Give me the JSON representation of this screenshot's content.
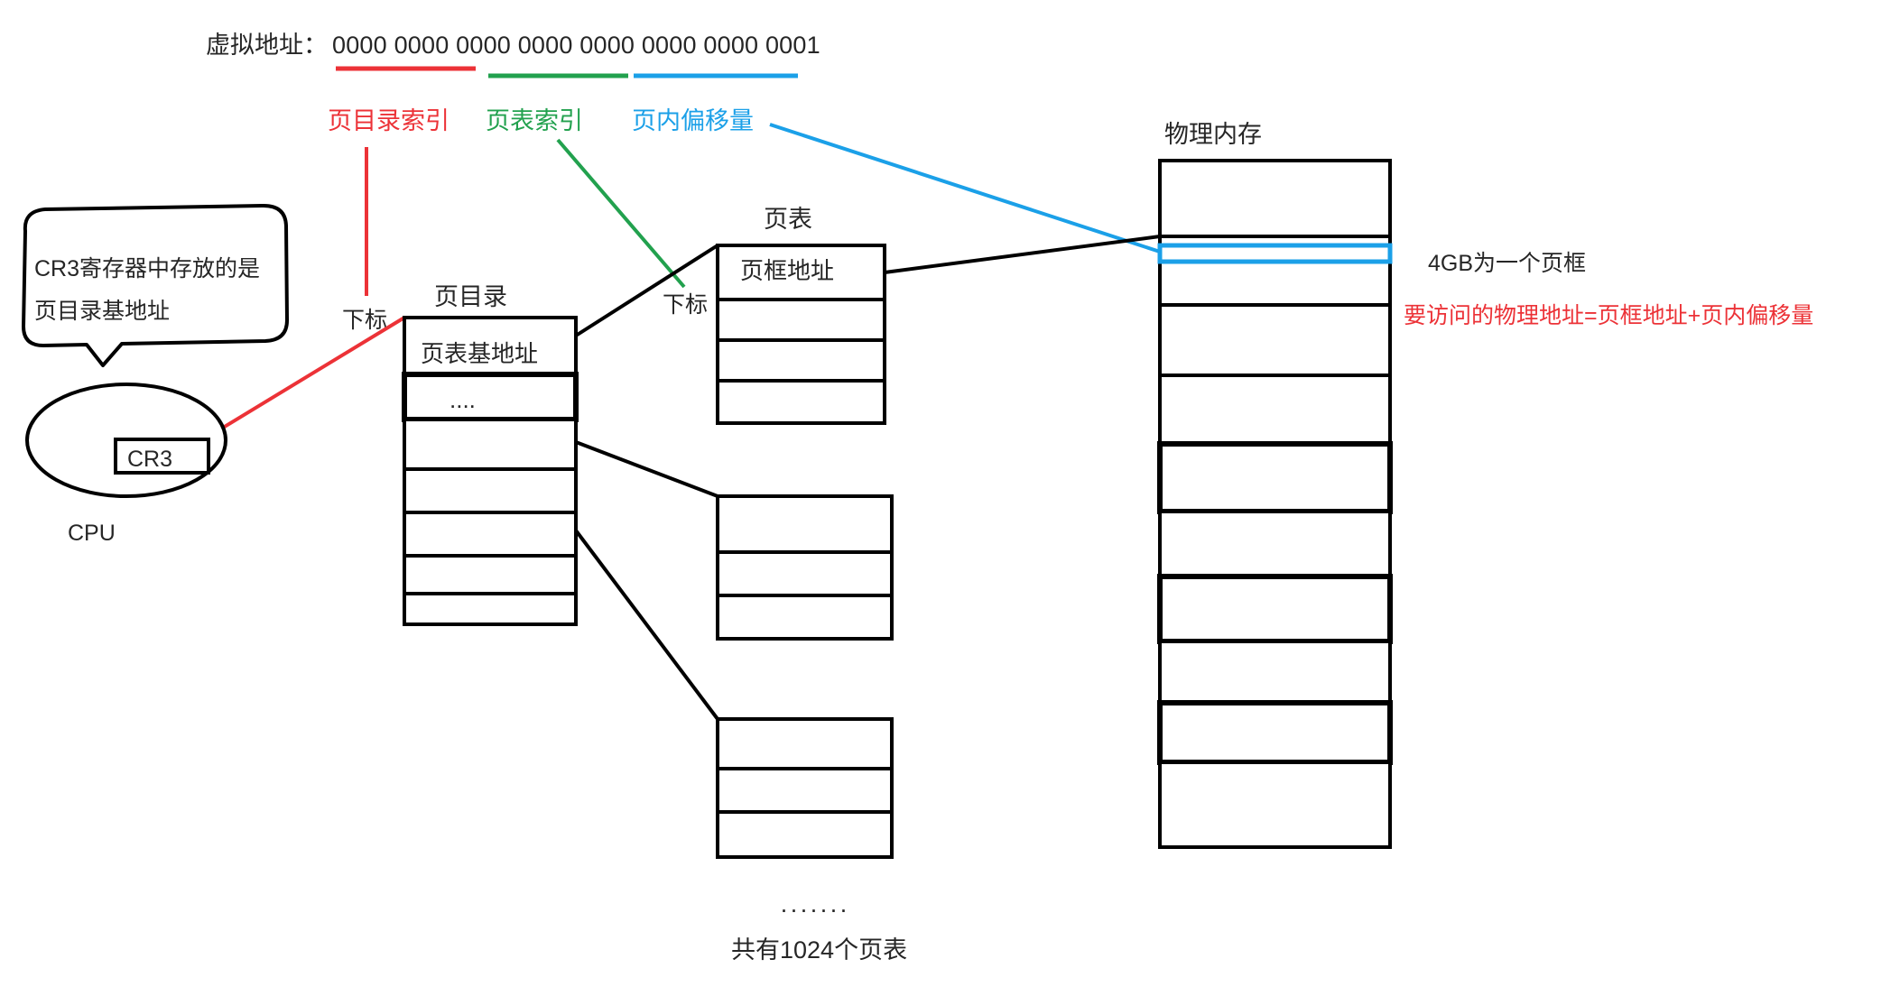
{
  "diagram": {
    "title_area": {
      "virtual_address_label": "虚拟地址：",
      "virtual_address_bits": "0000 0000 0000 0000 0000 0000 0000 0001"
    },
    "field_labels": {
      "page_directory_index": "页目录索引",
      "page_table_index": "页表索引",
      "page_offset": "页内偏移量"
    },
    "callout": {
      "line1": "CR3寄存器中存放的是",
      "line2": "页目录基地址"
    },
    "cpu": {
      "label": "CPU",
      "register": "CR3"
    },
    "subscript_labels": {
      "directory": "下标",
      "table": "下标"
    },
    "page_directory": {
      "title": "页目录",
      "rows": [
        "页表基地址",
        "....",
        "",
        "",
        "",
        "",
        ""
      ]
    },
    "page_table": {
      "title": "页表",
      "rows": [
        "页框地址",
        "",
        "",
        ""
      ]
    },
    "page_table_2": {
      "rows": [
        "",
        "",
        ""
      ]
    },
    "page_table_3": {
      "rows": [
        "",
        "",
        ""
      ]
    },
    "physical_memory": {
      "title": "物理内存",
      "rows": [
        "",
        "",
        "",
        "",
        "",
        "",
        "",
        "",
        "",
        ""
      ],
      "highlighted_row_index": 1
    },
    "notes": {
      "page_frame_size": "4GB为一个页框",
      "formula": "要访问的物理地址=页框地址+页内偏移量"
    },
    "footer": {
      "ellipsis": "·······",
      "total": "共有1024个页表"
    },
    "colors": {
      "red": "#ec3237",
      "green": "#22a14e",
      "blue": "#1ba0e8",
      "stroke": "#000000",
      "text": "#262626"
    }
  }
}
